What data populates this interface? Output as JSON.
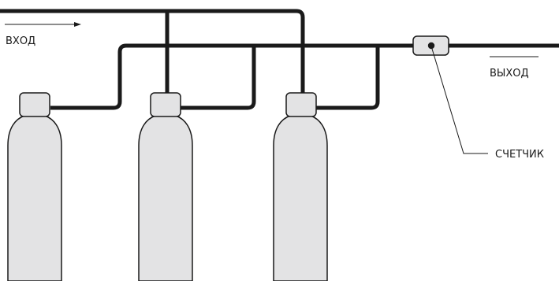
{
  "labels": {
    "inlet": "ВХОД",
    "outlet": "ВЫХОД",
    "meter": "СЧЕТЧИК"
  },
  "colors": {
    "pipe": "#1a1a1a",
    "cylinder_fill": "#e3e3e4",
    "background": "#ffffff"
  }
}
